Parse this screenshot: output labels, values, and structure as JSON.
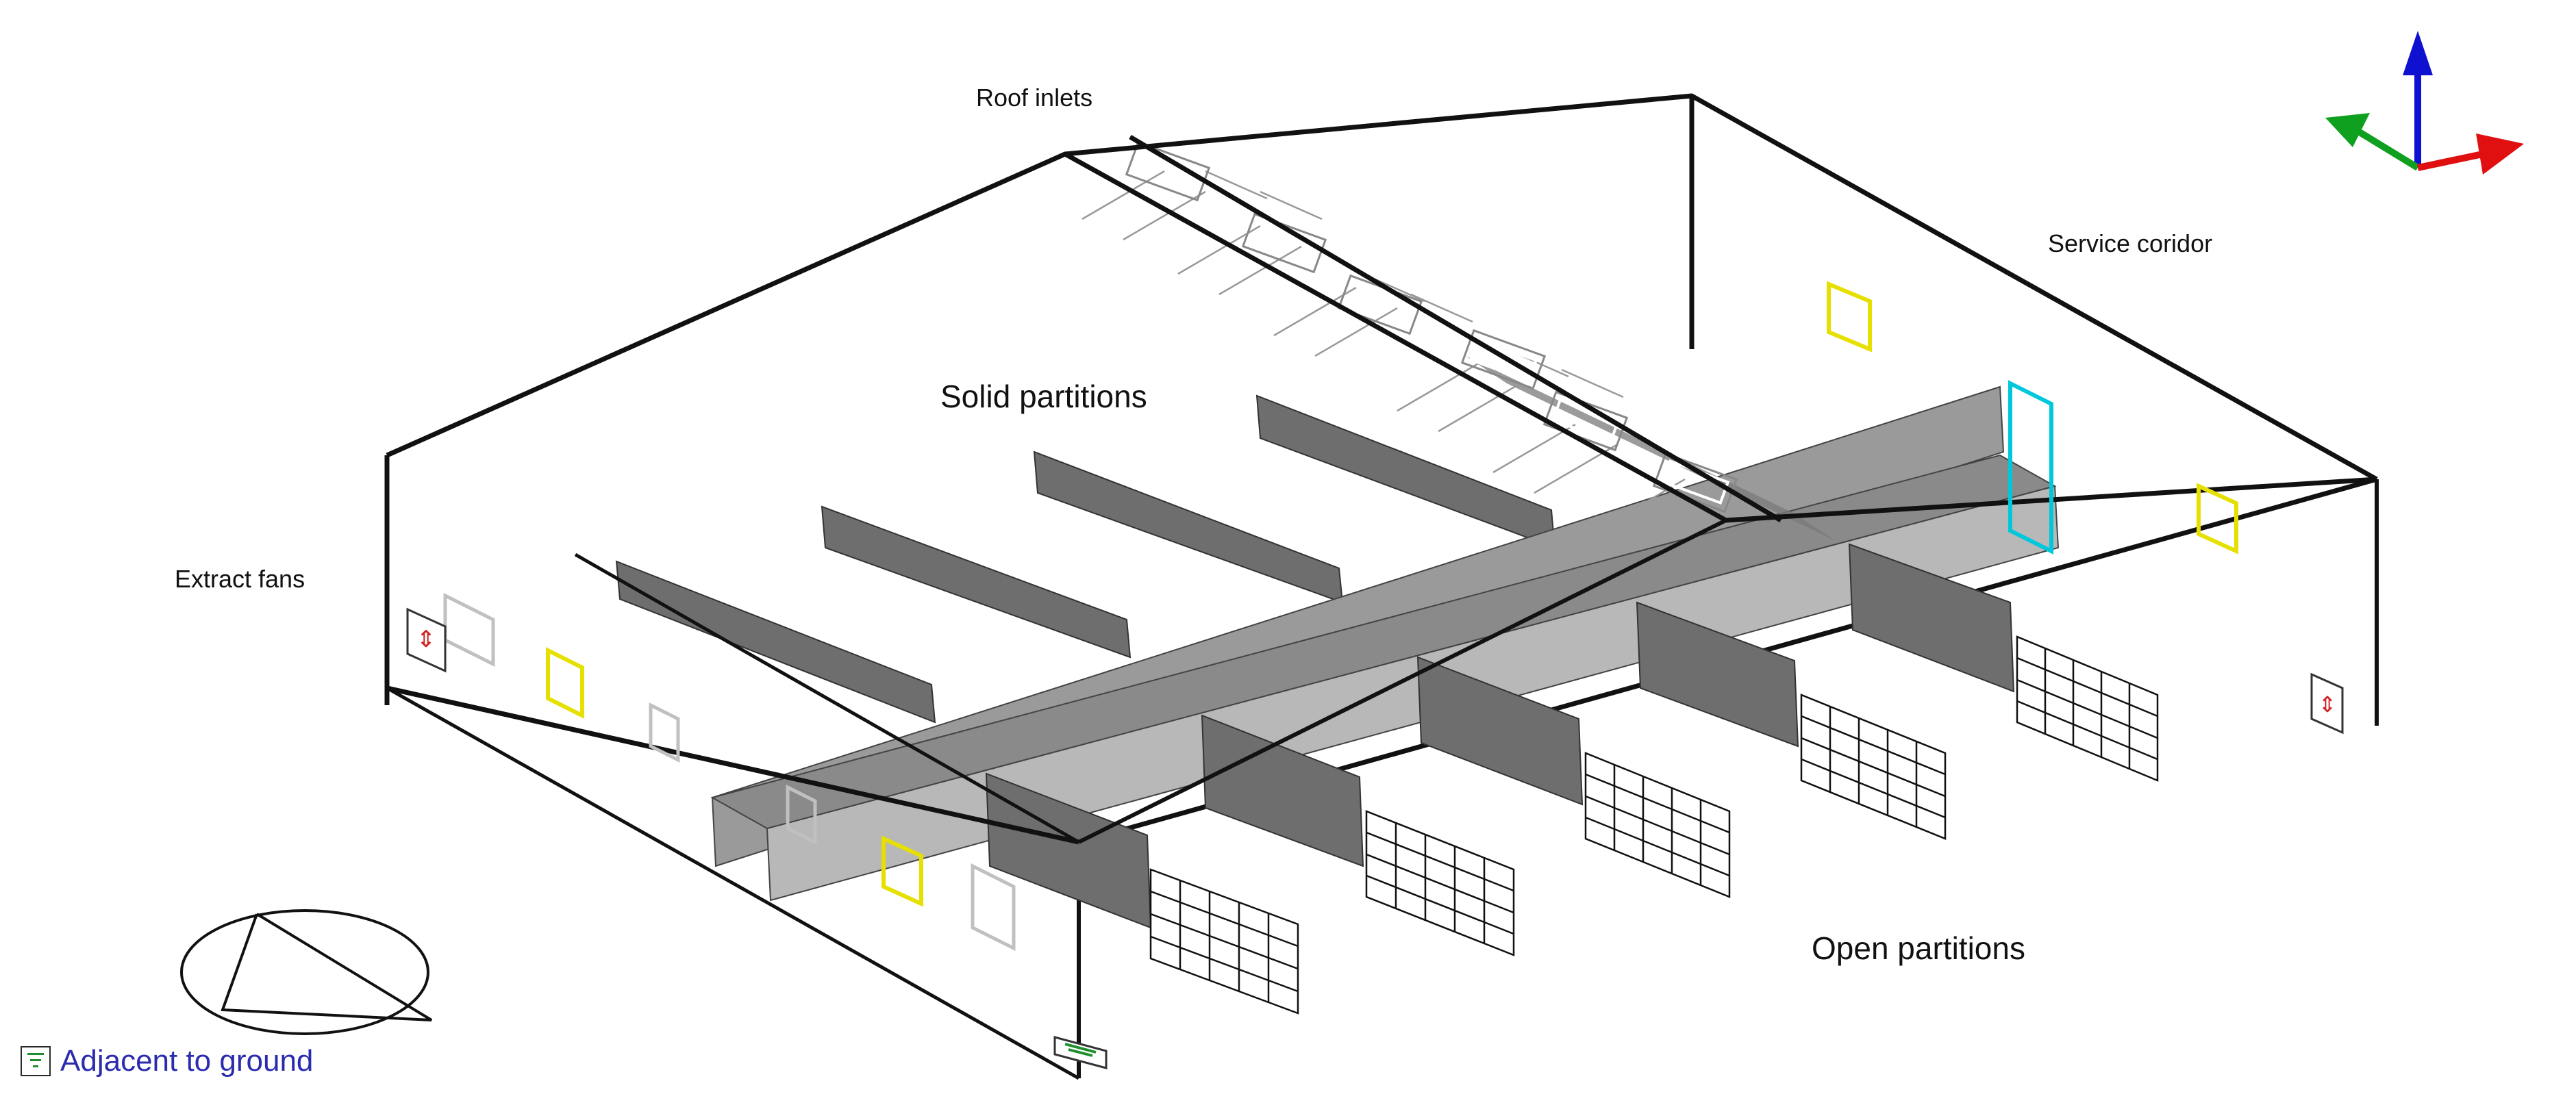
{
  "labels": {
    "roof_inlets": "Roof inlets",
    "service_corridor": "Service coridor",
    "solid_partitions": "Solid partitions",
    "extract_fans": "Extract fans",
    "open_partitions": "Open partitions"
  },
  "legend": {
    "adjacent_to_ground": "Adjacent to ground",
    "icon": "ground-symbol-icon",
    "text_color": "#2b2bb0",
    "icon_color": "#1f8f2e"
  },
  "axis_triad": {
    "z_color": "#1010d0",
    "y_color": "#10a020",
    "x_color": "#e01010"
  },
  "colors": {
    "edges": "#111111",
    "solid_partition_dark": "#707070",
    "solid_partition_light": "#a8a8a8",
    "cyan_door": "#00c8dc",
    "yellow_window": "#e6e000",
    "fan_red": "#d02020"
  }
}
